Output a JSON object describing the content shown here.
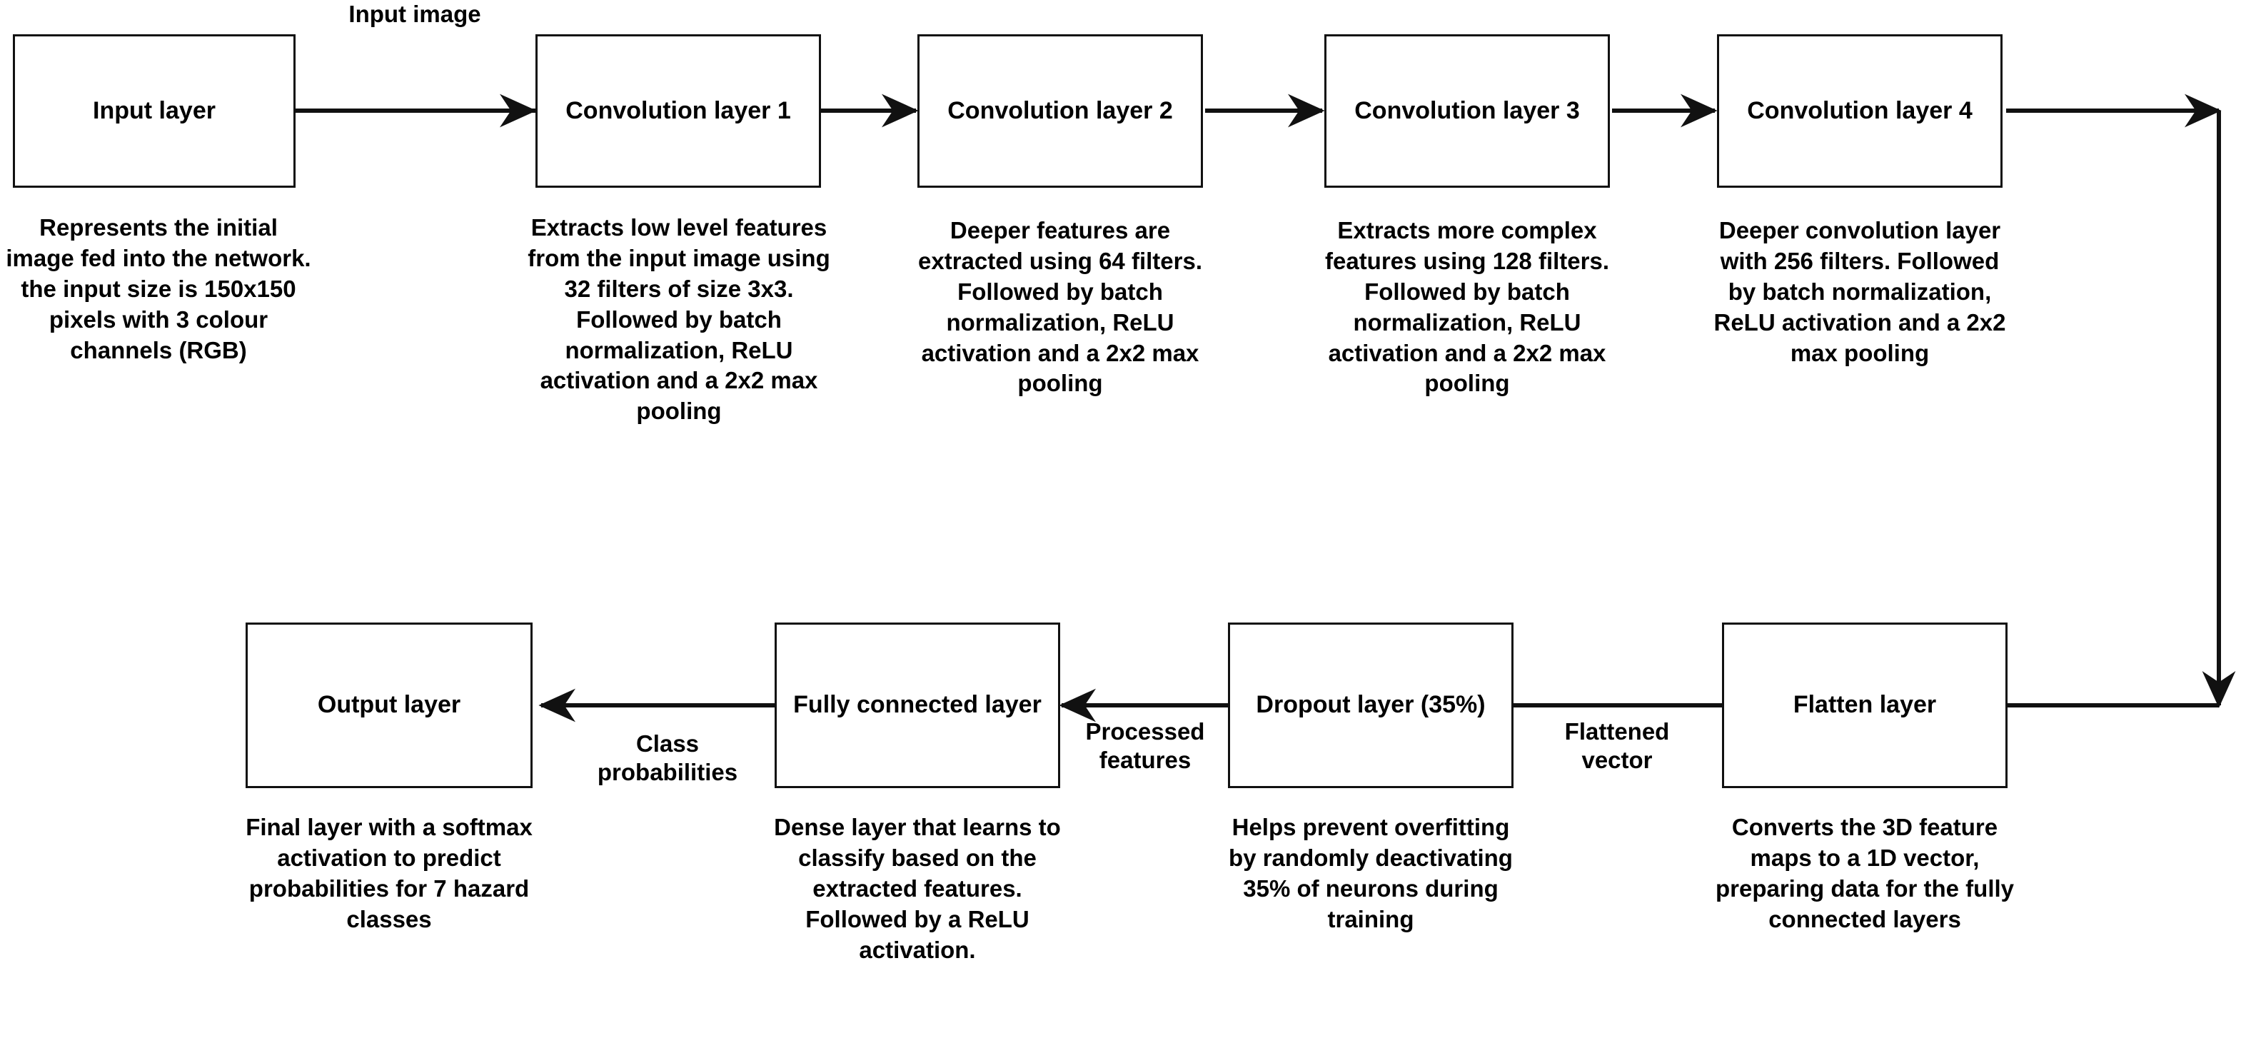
{
  "diagram": {
    "title": "CNN architecture flowchart",
    "stroke_color": "#111111",
    "text_color": "#000000",
    "background_color": "#ffffff"
  },
  "nodes": [
    {
      "id": "input-layer",
      "label": "Input layer",
      "caption": "Represents the initial image fed into the network. the input size is 150x150 pixels with 3 colour channels (RGB)"
    },
    {
      "id": "conv-layer-1",
      "label": "Convolution layer 1",
      "caption": "Extracts low level features from the input image using 32 filters of size 3x3. Followed by batch normalization, ReLU activation and a 2x2 max pooling"
    },
    {
      "id": "conv-layer-2",
      "label": "Convolution layer 2",
      "caption": "Deeper features are extracted using 64 filters. Followed by batch normalization, ReLU activation and a 2x2 max pooling"
    },
    {
      "id": "conv-layer-3",
      "label": "Convolution layer 3",
      "caption": "Extracts more complex features using 128 filters. Followed by batch normalization, ReLU activation and a 2x2 max pooling"
    },
    {
      "id": "conv-layer-4",
      "label": "Convolution layer 4",
      "caption": "Deeper convolution layer with 256 filters. Followed by batch normalization, ReLU activation and a 2x2 max pooling"
    },
    {
      "id": "flatten-layer",
      "label": "Flatten layer",
      "caption": "Converts the 3D feature maps to a 1D vector, preparing data for the fully connected layers"
    },
    {
      "id": "dropout-layer",
      "label": "Dropout layer (35%)",
      "caption": "Helps prevent overfitting by randomly deactivating 35% of neurons during training"
    },
    {
      "id": "fully-connected-layer",
      "label": "Fully connected layer",
      "caption": "Dense layer that learns to classify based on the extracted features. Followed by a ReLU activation."
    },
    {
      "id": "output-layer",
      "label": "Output layer",
      "caption": "Final layer with a softmax activation to predict probabilities for 7 hazard classes"
    }
  ],
  "edges": [
    {
      "id": "input-to-conv1",
      "label": "Input image",
      "from": "input-layer",
      "to": "conv-layer-1"
    },
    {
      "id": "conv1-to-conv2",
      "label": "",
      "from": "conv-layer-1",
      "to": "conv-layer-2"
    },
    {
      "id": "conv2-to-conv3",
      "label": "",
      "from": "conv-layer-2",
      "to": "conv-layer-3"
    },
    {
      "id": "conv3-to-conv4",
      "label": "",
      "from": "conv-layer-3",
      "to": "conv-layer-4"
    },
    {
      "id": "conv4-to-flatten",
      "label": "",
      "from": "conv-layer-4",
      "to": "flatten-layer"
    },
    {
      "id": "flatten-to-dropout",
      "label": "Flattened vector",
      "from": "flatten-layer",
      "to": "dropout-layer"
    },
    {
      "id": "dropout-to-fc",
      "label": "Processed features",
      "from": "dropout-layer",
      "to": "fully-connected-layer"
    },
    {
      "id": "fc-to-output",
      "label": "Class probabilities",
      "from": "fully-connected-layer",
      "to": "output-layer"
    }
  ]
}
